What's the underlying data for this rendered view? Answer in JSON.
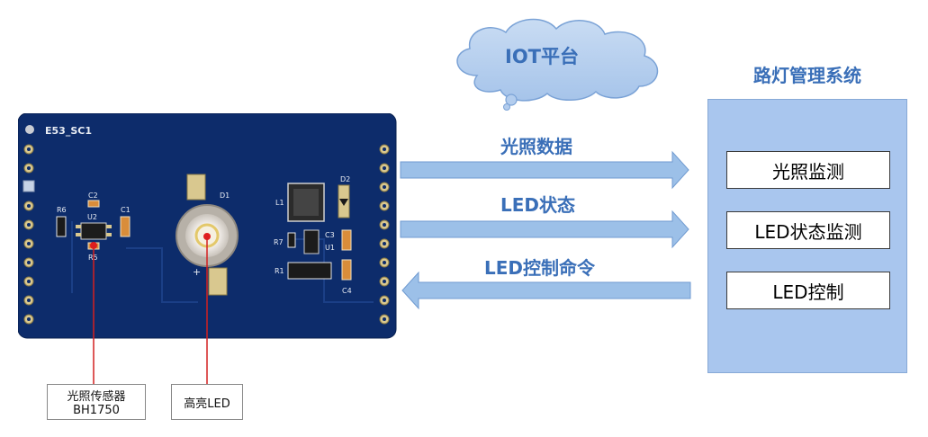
{
  "cloud": {
    "label": "IOT平台"
  },
  "system": {
    "title": "路灯管理系统",
    "items": [
      "光照监测",
      "LED状态监测",
      "LED控制"
    ]
  },
  "arrows": {
    "light_data": "光照数据",
    "led_status": "LED状态",
    "led_control": "LED控制命令"
  },
  "board": {
    "model": "E53_SC1",
    "silk": {
      "c2": "C2",
      "r6": "R6",
      "u2": "U2",
      "c1": "C1",
      "r5": "R5",
      "d1": "D1",
      "plus": "+",
      "l1": "L1",
      "d2": "D2",
      "r7": "R7",
      "c3": "C3",
      "u1": "U1",
      "r1": "R1",
      "c4": "C4"
    }
  },
  "callouts": {
    "sensor_line1": "光照传感器",
    "sensor_line2": "BH1750",
    "led": "高亮LED"
  },
  "colors": {
    "pcb": "#0d2c6b",
    "arrow_fill": "#9cc0e8",
    "panel_fill": "#a9c6ee",
    "text_accent": "#3a6fb8",
    "pointer_line": "#d42020"
  }
}
